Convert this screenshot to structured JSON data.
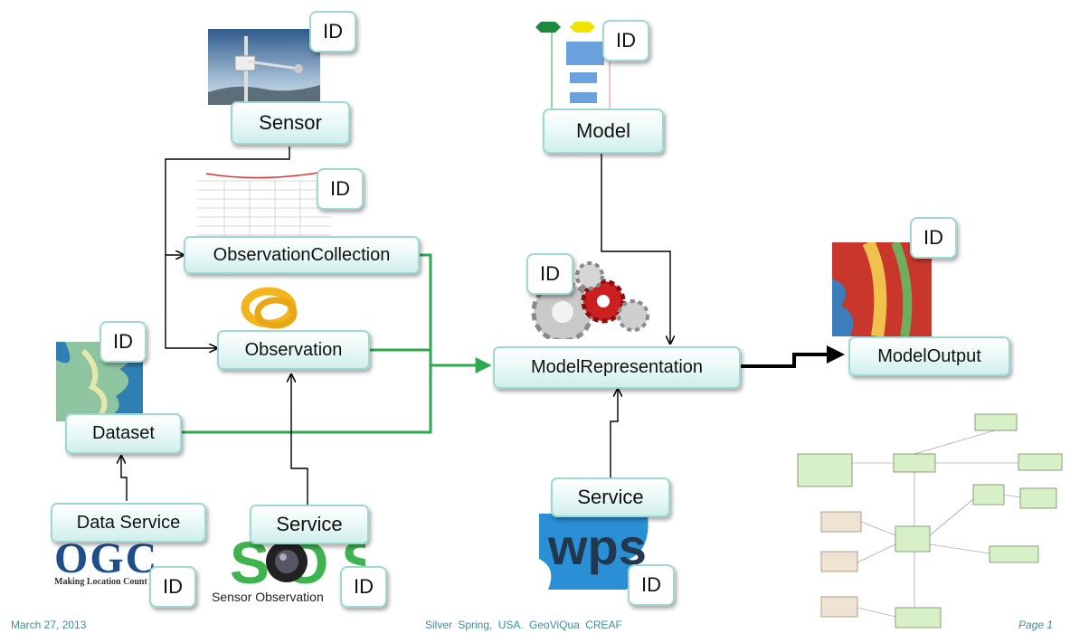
{
  "nodes": {
    "sensor": "Sensor",
    "observation_collection": "ObservationCollection",
    "observation": "Observation",
    "dataset": "Dataset",
    "data_service": "Data Service",
    "service_sos": "Service",
    "model": "Model",
    "model_representation": "ModelRepresentation",
    "service_wps": "Service",
    "model_output": "ModelOutput"
  },
  "id_label": "ID",
  "logos": {
    "ogc": "OGC",
    "ogc_tagline": "Making Location Count",
    "sos_caption": "Sensor Observation",
    "sos_letters": "SOS",
    "wps": "wps"
  },
  "footer": {
    "date": "March 27, 2013",
    "venue": "Silver Spring, USA. GeoViQua CREAF",
    "page": "Page 1"
  },
  "colors": {
    "node_border": "#9ed8d3",
    "data_flow_arrow": "#2ea84f",
    "input_arrow": "#000000",
    "footer_text": "#3b8f9b"
  }
}
